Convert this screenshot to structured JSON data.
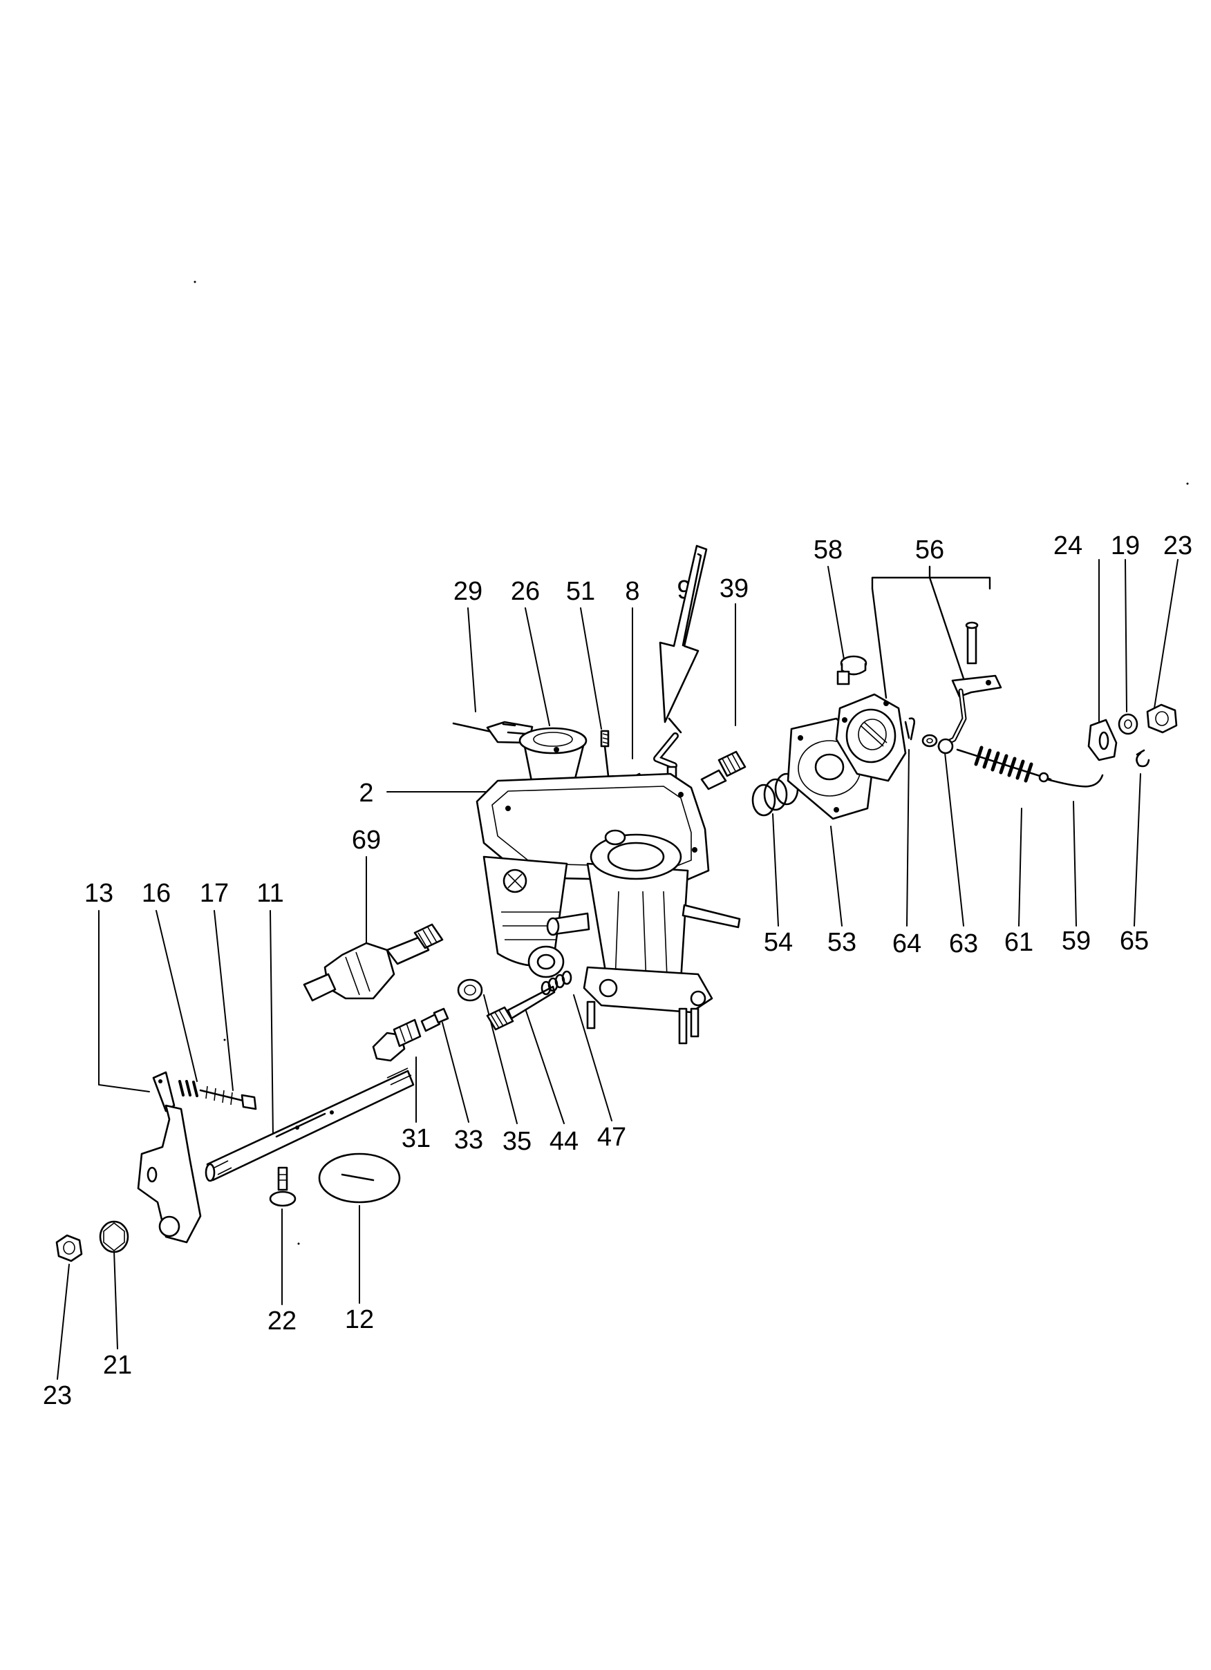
{
  "callouts": [
    {
      "id": "c29",
      "label": "29"
    },
    {
      "id": "c26",
      "label": "26"
    },
    {
      "id": "c51",
      "label": "51"
    },
    {
      "id": "c8",
      "label": "8"
    },
    {
      "id": "c9",
      "label": "9"
    },
    {
      "id": "c39",
      "label": "39"
    },
    {
      "id": "c58",
      "label": "58"
    },
    {
      "id": "c56",
      "label": "56"
    },
    {
      "id": "c24",
      "label": "24"
    },
    {
      "id": "c19",
      "label": "19"
    },
    {
      "id": "c23a",
      "label": "23"
    },
    {
      "id": "c2",
      "label": "2"
    },
    {
      "id": "c69",
      "label": "69"
    },
    {
      "id": "c13",
      "label": "13"
    },
    {
      "id": "c16",
      "label": "16"
    },
    {
      "id": "c17",
      "label": "17"
    },
    {
      "id": "c11",
      "label": "11"
    },
    {
      "id": "c54",
      "label": "54"
    },
    {
      "id": "c53",
      "label": "53"
    },
    {
      "id": "c64",
      "label": "64"
    },
    {
      "id": "c63",
      "label": "63"
    },
    {
      "id": "c61",
      "label": "61"
    },
    {
      "id": "c59",
      "label": "59"
    },
    {
      "id": "c65",
      "label": "65"
    },
    {
      "id": "c31",
      "label": "31"
    },
    {
      "id": "c33",
      "label": "33"
    },
    {
      "id": "c35",
      "label": "35"
    },
    {
      "id": "c44",
      "label": "44"
    },
    {
      "id": "c47",
      "label": "47"
    },
    {
      "id": "c22",
      "label": "22"
    },
    {
      "id": "c12",
      "label": "12"
    },
    {
      "id": "c23b",
      "label": "23"
    },
    {
      "id": "c21",
      "label": "21"
    }
  ]
}
